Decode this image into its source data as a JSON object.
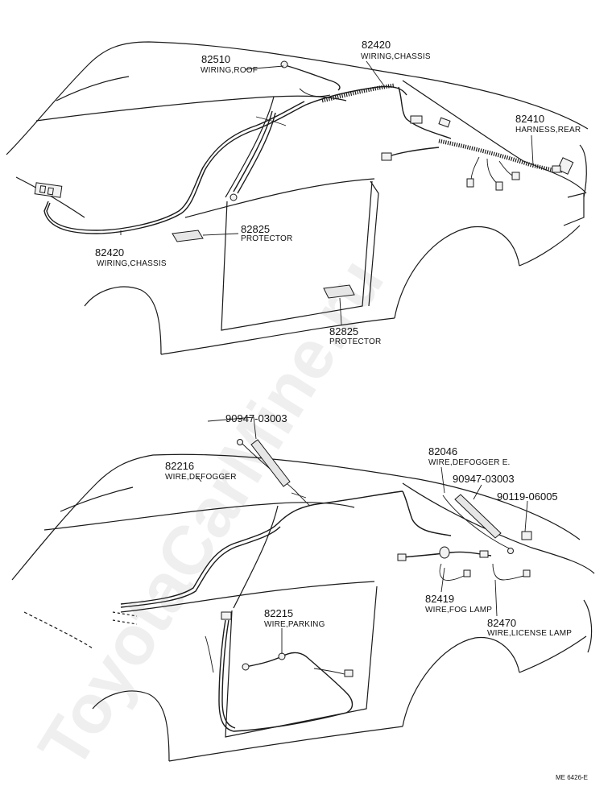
{
  "watermark": "ToyotaCarMine.ru",
  "diagram_code": "ME 6426-E",
  "top": {
    "callouts": [
      {
        "part": "82420",
        "desc": "WIRING,CHASSIS"
      },
      {
        "part": "82510",
        "desc": "WIRING,ROOF"
      },
      {
        "part": "82410",
        "desc": "HARNESS,REAR"
      },
      {
        "part": "82825",
        "desc": "PROTECTOR"
      },
      {
        "part": "82420",
        "desc": "WIRING,CHASSIS"
      },
      {
        "part": "82825",
        "desc": "PROTECTOR"
      }
    ]
  },
  "bottom": {
    "callouts": [
      {
        "part": "90947-03003",
        "desc": ""
      },
      {
        "part": "82216",
        "desc": "WIRE,DEFOGGER"
      },
      {
        "part": "82046",
        "desc": "WIRE,DEFOGGER E."
      },
      {
        "part": "90947-03003",
        "desc": ""
      },
      {
        "part": "90119-06005",
        "desc": ""
      },
      {
        "part": "82419",
        "desc": "WIRE,FOG LAMP"
      },
      {
        "part": "82470",
        "desc": "WIRE,LICENSE LAMP"
      },
      {
        "part": "82215",
        "desc": "WIRE,PARKING"
      }
    ]
  }
}
